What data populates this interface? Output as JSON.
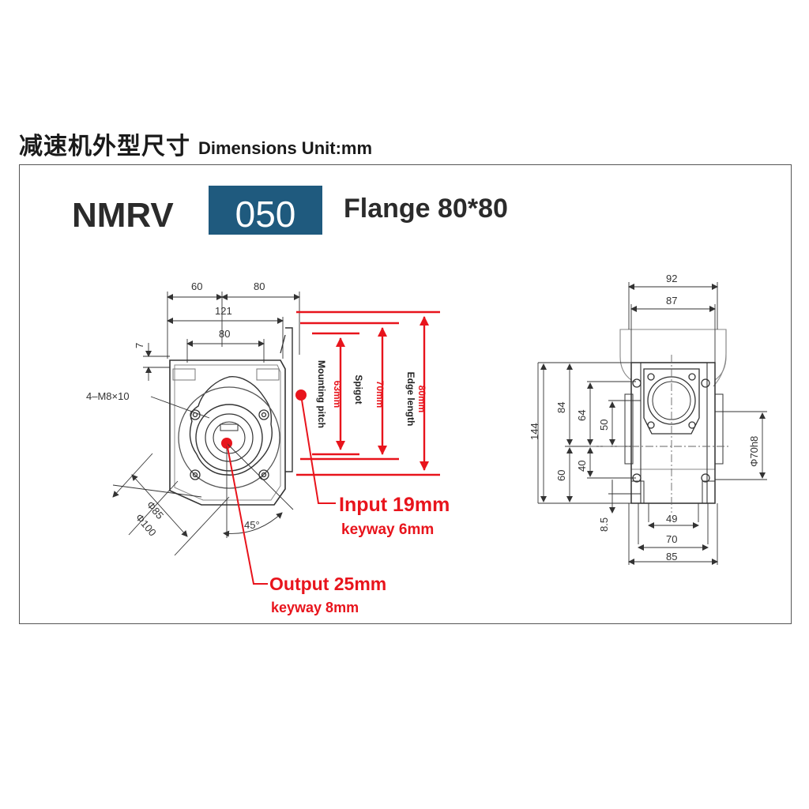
{
  "header": {
    "title_cn": "减速机外型尺寸",
    "title_en": "Dimensions Unit:mm"
  },
  "model": {
    "prefix": "NMRV",
    "size": "050",
    "flange": "Flange 80*80"
  },
  "front_view": {
    "dims": {
      "w60": "60",
      "w80_top": "80",
      "w121": "121",
      "w80_inner": "80",
      "h7": "7",
      "holes": "4–M8×10",
      "d85": "Φ85",
      "d100": "Φ100",
      "angle": "45°"
    }
  },
  "flange_dims": {
    "edge_value": "80mm",
    "edge_label": "Edge length",
    "spigot_value": "70mm",
    "spigot_label": "Spigot",
    "pitch_value": "63mm",
    "pitch_label": "Mounting pitch"
  },
  "callouts": {
    "input_title": "Input 19mm",
    "input_sub": "keyway 6mm",
    "output_title": "Output 25mm",
    "output_sub": "keyway 8mm"
  },
  "side_view": {
    "dims": {
      "w92": "92",
      "w87": "87",
      "h144": "144",
      "h84": "84",
      "h64": "64",
      "h50": "50",
      "h60": "60",
      "h40": "40",
      "h8_5": "8.5",
      "d70h8": "Φ70h8",
      "w49": "49",
      "w70": "70",
      "w85": "85"
    }
  },
  "colors": {
    "badge_bg": "#1f5a7e",
    "accent_red": "#e8141c",
    "line": "#333333"
  }
}
